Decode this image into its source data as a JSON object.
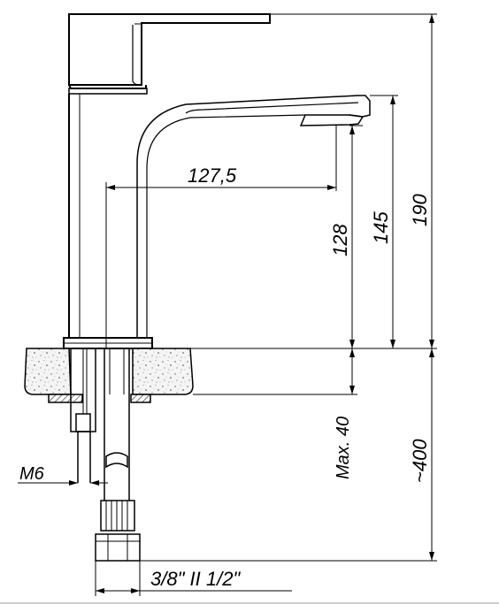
{
  "dimensions": {
    "spout_reach": "127,5",
    "outlet_height": "128",
    "spout_height": "145",
    "total_height": "190",
    "max_deck_thickness": "Max. 40",
    "hose_length": "~400",
    "thread": "M6",
    "connection": "3/8\" II 1/2\""
  },
  "colors": {
    "line": "#000000",
    "granite_fill": "#f2f2f2",
    "hatch_fill": "#d9d9d9"
  }
}
